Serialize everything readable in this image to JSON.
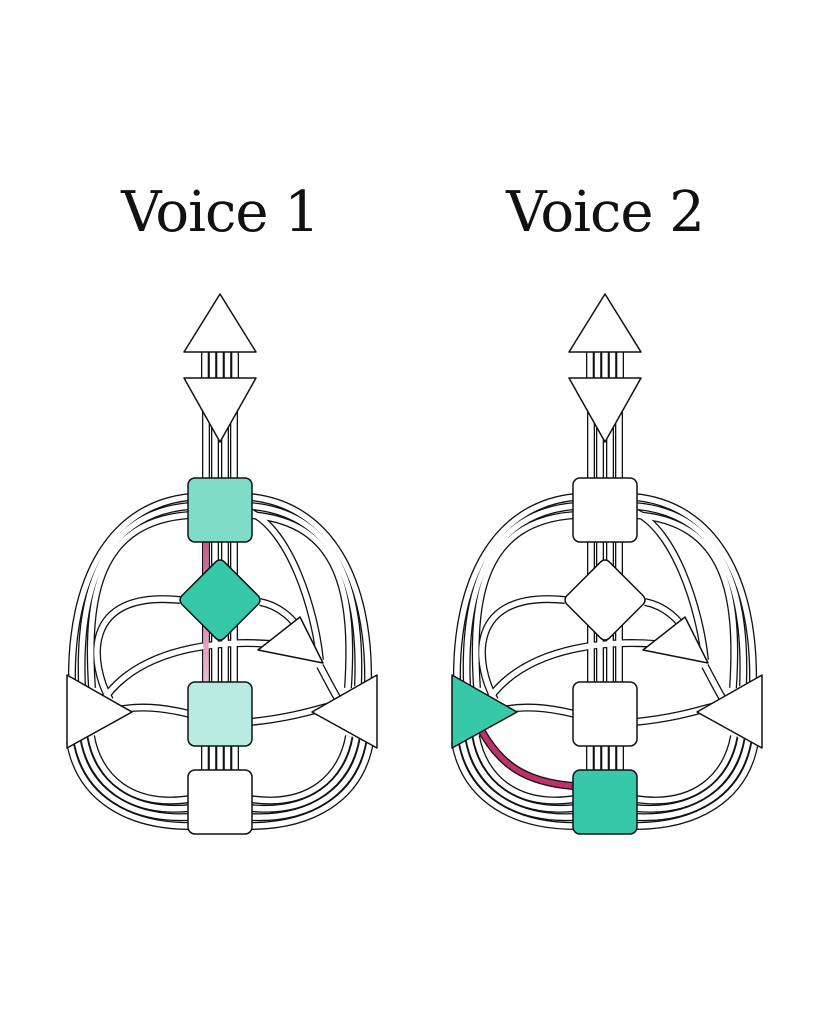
{
  "charts": [
    {
      "title": "Voice 1",
      "centers": {
        "head": "#ffffff",
        "ajna": "#ffffff",
        "throat": "#7fdcc8",
        "g": "#37c8aa",
        "ego": "#ffffff",
        "sacral": "#b8ece2",
        "root": "#ffffff",
        "spleen": "#ffffff",
        "solar_plexus": "#ffffff"
      },
      "highlighted_channel": {
        "from": "throat",
        "to": "sacral",
        "color_top": "#c9588a",
        "color_bottom": "#ecbcd2"
      }
    },
    {
      "title": "Voice 2",
      "centers": {
        "head": "#ffffff",
        "ajna": "#ffffff",
        "throat": "#ffffff",
        "g": "#ffffff",
        "ego": "#ffffff",
        "sacral": "#ffffff",
        "root": "#37c8aa",
        "spleen": "#37c8aa",
        "solar_plexus": "#ffffff"
      },
      "highlighted_channel": {
        "from": "spleen",
        "to": "root",
        "color_top": "#c0306a",
        "color_bottom": "#c0306a"
      }
    }
  ]
}
